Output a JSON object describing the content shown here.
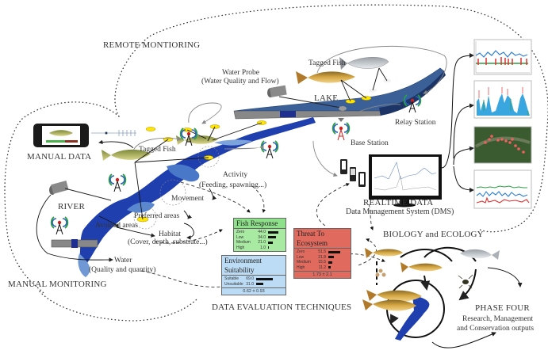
{
  "phases": {
    "remote_monitoring": "REMOTE MONTIORING",
    "manual_monitoring": "MANUAL MONITORING",
    "manual_data": "MANUAL DATA",
    "data_evaluation": "DATA EVALUATION TECHNIQUES",
    "realtime_data_title": "REALTIME DATA",
    "realtime_data_subtitle": "Data Management System (DMS)",
    "biology_ecology": "BIOLOGY and ECOLOGY",
    "phase_four": "PHASE FOUR",
    "phase_four_line1": "Research, Management",
    "phase_four_line2": "and Conservation outputs"
  },
  "labels": {
    "water_probe_line1": "Water Probe",
    "water_probe_line2": "(Water Quality and Flow)",
    "tagged_fish_top": "Tagged Fish",
    "tagged_fish_left": "Tagged Fish",
    "lake": "LAKE",
    "relay_station": "Relay Station",
    "base_station": "Base Station",
    "river": "RIVER",
    "activity_line1": "Activity",
    "activity_line2": "(Feeding, spawning...)",
    "movement": "Movement",
    "preferred_areas": "Preferred areas",
    "avoided_areas": "Avoided areas",
    "habitat_line1": "Habitat",
    "habitat_line2": "(Cover, depth, substrate...)",
    "water_line1": "Water",
    "water_line2": "(Quality and quantity)"
  },
  "bayesian_nodes": {
    "fish_response": {
      "title": "Fish Response",
      "color": "#8fe08a",
      "states": [
        {
          "name": "Zero",
          "value": "44.0",
          "p": 44.0
        },
        {
          "name": "Low",
          "value": "34.0",
          "p": 34.0
        },
        {
          "name": "Medium",
          "value": "21.0",
          "p": 21.0
        },
        {
          "name": "High",
          "value": "1.0",
          "p": 1.0
        }
      ]
    },
    "threat_to_ecosystem": {
      "title": "Threat To Ecosystem",
      "color": "#e06a5e",
      "states": [
        {
          "name": "Zero",
          "value": "51.5",
          "p": 51.5
        },
        {
          "name": "Low",
          "value": "21.8",
          "p": 21.8
        },
        {
          "name": "Medium",
          "value": "15.5",
          "p": 15.5
        },
        {
          "name": "High",
          "value": "11.2",
          "p": 11.2
        }
      ],
      "footer": "1.73 ± 2.1"
    },
    "environment_suitability": {
      "title": "Environment Suitability",
      "color": "#bcdcf5",
      "states": [
        {
          "name": "Suitable",
          "value": "69.0",
          "p": 69.0
        },
        {
          "name": "Unsuitable",
          "value": "31.0",
          "p": 31.0
        }
      ],
      "footer": "0.62 ± 0.93"
    }
  },
  "colors": {
    "water_dark": "#1f3fae",
    "water_light": "#4a78c8",
    "lake_blue": "#3b5f97",
    "fish_gold": "#c99a3a",
    "tag_yellow": "#ffe600",
    "chart_blue": "#2f7fd0",
    "chart_red": "#e03030",
    "chart_green": "#2aa040"
  }
}
